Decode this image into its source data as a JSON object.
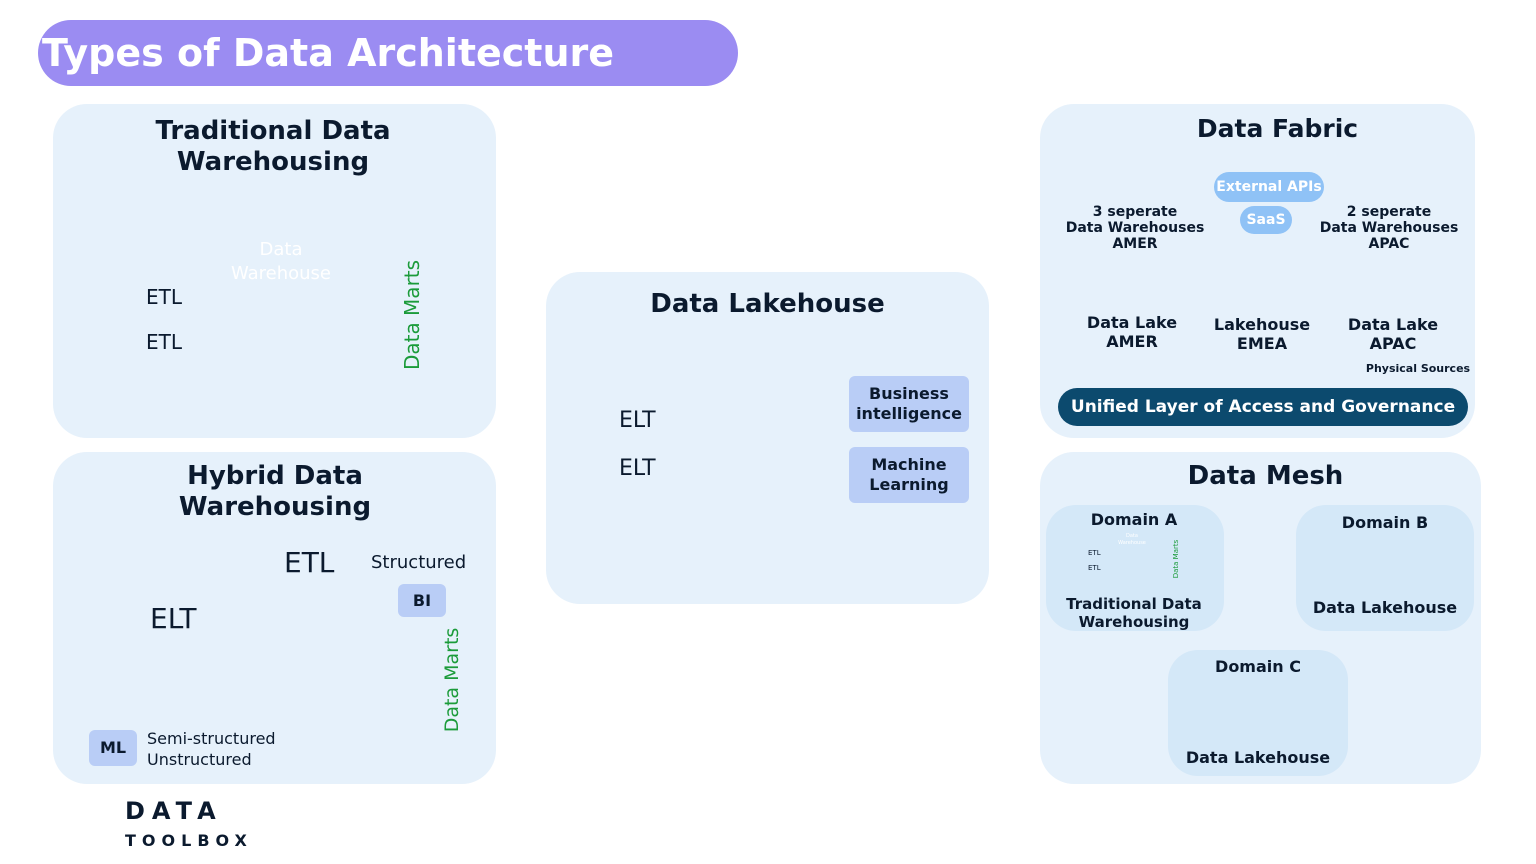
{
  "title": "Types of Data Architecture",
  "traditional": {
    "title_line1": "Traditional Data",
    "title_line2": "Warehousing",
    "warehouse_line1": "Data",
    "warehouse_line2": "Warehouse",
    "pipe1": "ETL",
    "pipe2": "ETL",
    "marts": "Data Marts"
  },
  "hybrid": {
    "title_line1": "Hybrid Data",
    "title_line2": "Warehousing",
    "etl": "ETL",
    "structured": "Structured",
    "bi": "BI",
    "elt": "ELT",
    "ml": "ML",
    "semi": "Semi-structured",
    "unstructured": "Unstructured",
    "marts": "Data Marts"
  },
  "lakehouse": {
    "title": "Data Lakehouse",
    "pipe1": "ELT",
    "pipe2": "ELT",
    "bi_line1": "Business",
    "bi_line2": "intelligence",
    "ml_line1": "Machine",
    "ml_line2": "Learning"
  },
  "fabric": {
    "title": "Data Fabric",
    "amer_dw_line1": "3 seperate",
    "amer_dw_line2": "Data Warehouses",
    "amer_dw_line3": "AMER",
    "apac_dw_line1": "2 seperate",
    "apac_dw_line2": "Data Warehouses",
    "apac_dw_line3": "APAC",
    "external_apis": "External APIs",
    "saas": "SaaS",
    "lake_amer_line1": "Data Lake",
    "lake_amer_line2": "AMER",
    "lakehouse_line1": "Lakehouse",
    "lakehouse_line2": "EMEA",
    "lake_apac_line1": "Data Lake",
    "lake_apac_line2": "APAC",
    "physical_sources": "Physical Sources",
    "unified": "Unified Layer of Access and Governance"
  },
  "mesh": {
    "title": "Data Mesh",
    "domain_a": "Domain A",
    "domain_a_label_line1": "Traditional Data",
    "domain_a_label_line2": "Warehousing",
    "domain_b": "Domain B",
    "domain_b_label": "Data Lakehouse",
    "domain_c": "Domain C",
    "domain_c_label": "Data Lakehouse",
    "mini_dw_line1": "Data",
    "mini_dw_line2": "Warehouse",
    "mini_etl1": "ETL",
    "mini_etl2": "ETL",
    "mini_marts": "Data Marts"
  },
  "logo": {
    "line1": "DATA",
    "line2": "TOOLBOX"
  },
  "colors": {
    "title_pill": "#9b8cf2",
    "panel_bg": "#e6f1fb",
    "cylinder_light": "#3f8fde",
    "cylinder_mid": "#2468b5",
    "cylinder_dark": "#15457e",
    "mart_green": "#1b9b3a",
    "server_navy": "#1d3a6b",
    "water_blue": "#5aa8e6",
    "chip": "#b9cdf6",
    "unified_bar": "#0c4a6e"
  }
}
